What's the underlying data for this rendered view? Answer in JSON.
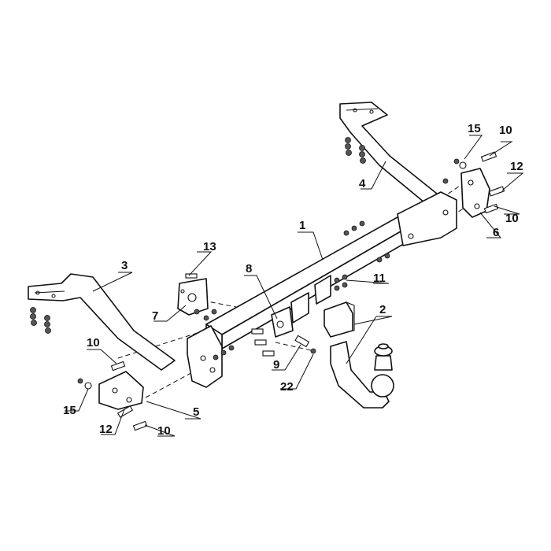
{
  "labels": {
    "p1": "1",
    "p2": "2",
    "p3": "3",
    "p4": "4",
    "p5": "5",
    "p6": "6",
    "p7": "7",
    "p8": "8",
    "p9": "9",
    "p10a": "10",
    "p10b": "10",
    "p10c": "10",
    "p10d": "10",
    "p11": "11",
    "p12a": "12",
    "p12b": "12",
    "p13": "13",
    "p15a": "15",
    "p15b": "15",
    "p22": "22"
  }
}
